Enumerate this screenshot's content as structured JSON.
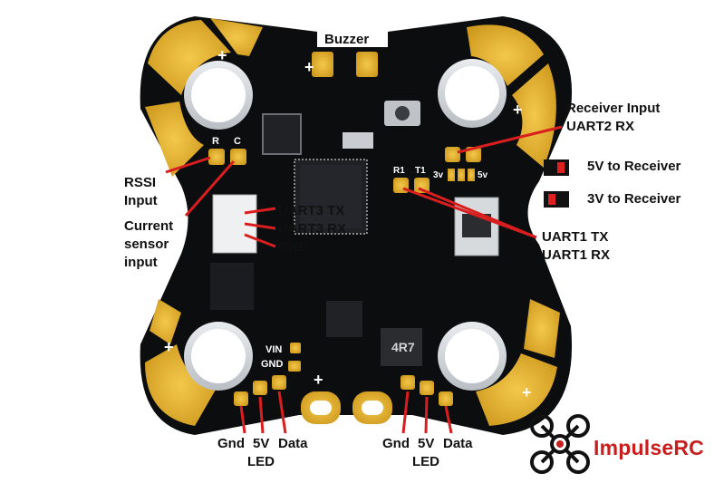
{
  "labels": {
    "buzzer": "Buzzer",
    "receiver_input": "Receiver Input",
    "uart2_rx": "UART2 RX",
    "five_v_receiver": "5V to Receiver",
    "three_v_receiver": "3V to Receiver",
    "rssi": "RSSI",
    "rssi_input": "Input",
    "current": "Current",
    "sensor": "sensor",
    "input": "input",
    "uart3_tx": "UART3 TX",
    "uart3_rx": "UART3 RX",
    "gnd_label": "GND",
    "uart1_tx": "UART1 TX",
    "uart1_rx": "UART1 RX",
    "pad_r": "R",
    "pad_c": "C",
    "pad_r1": "R1",
    "pad_t1": "T1",
    "pad_3v": "3v",
    "pad_5v": "5v",
    "vin": "VIN",
    "gnd_pad": "GND",
    "led_left_gnd": "Gnd",
    "led_left_5v": "5V",
    "led_left_data": "Data",
    "led_left_title": "LED",
    "led_right_gnd": "Gnd",
    "led_right_5v": "5V",
    "led_right_data": "Data",
    "led_right_title": "LED",
    "inductor": "4R7",
    "plus": "+"
  },
  "brand": {
    "name": "ImpulseRC"
  },
  "colors": {
    "board": "#0c0d0f",
    "gold": "#e7b22f",
    "pointer": "#d81e1e",
    "brand": "#c81e1e"
  }
}
